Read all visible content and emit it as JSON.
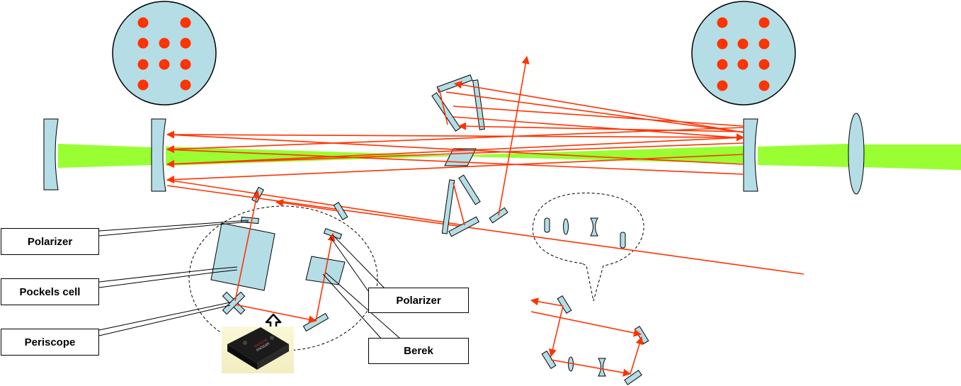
{
  "labels": {
    "polarizer_left": "Polarizer",
    "pockels_cell": "Pockels cell",
    "periscope": "Periscope",
    "polarizer_right": "Polarizer",
    "berek": "Berek"
  },
  "device_photo": {
    "brand_text": "FASTLITE",
    "model_text": "DAZZLER"
  },
  "colors": {
    "beam": "#ff3300",
    "pump": "#99ff33",
    "optic_fill": "#b5dde6",
    "spot": "#ff3300"
  },
  "icons": {
    "up_arrow": "hollow-up-arrow-icon"
  }
}
